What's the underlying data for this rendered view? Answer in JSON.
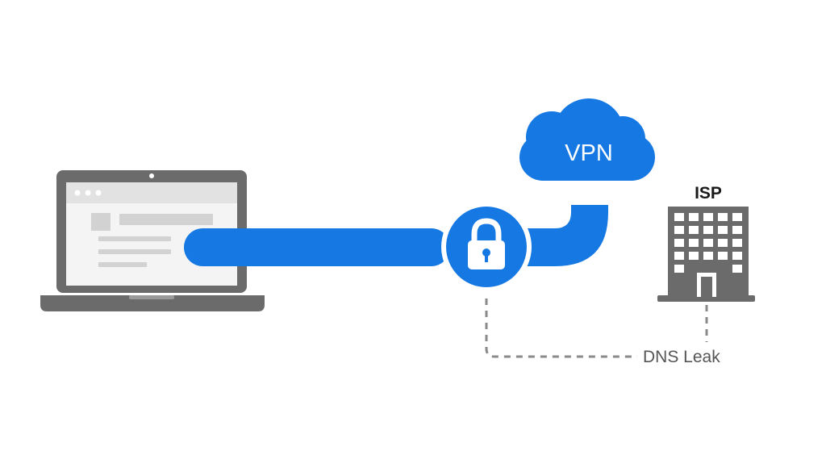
{
  "nodes": {
    "vpn": {
      "label": "VPN"
    },
    "isp": {
      "label": "ISP"
    }
  },
  "edges": {
    "dns_leak": {
      "label": "DNS Leak"
    }
  },
  "colors": {
    "tunnel_blue": "#1679E3",
    "device_gray": "#6B6B6B",
    "screen_light": "#F4F4F4",
    "placeholder_gray": "#D2D2D2",
    "dashed_gray": "#8A8A8A"
  }
}
